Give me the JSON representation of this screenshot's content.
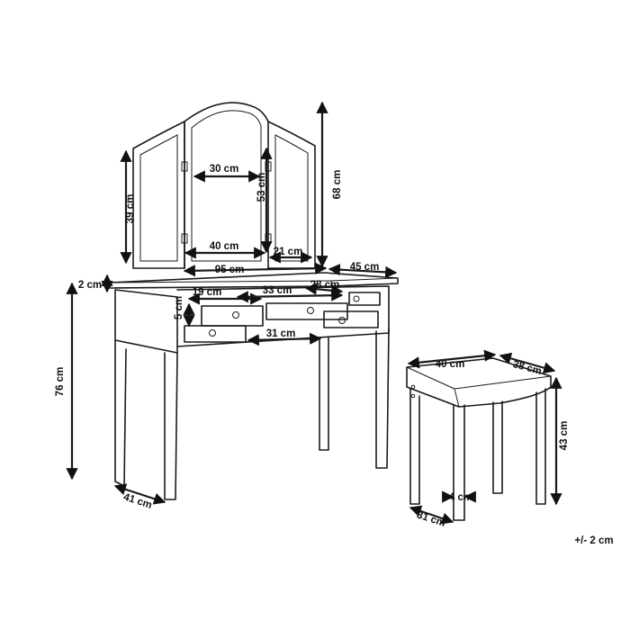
{
  "dimensions": {
    "mirror_side_width": "21 cm",
    "mirror_center_width": "30 cm",
    "mirror_bottom_width": "40 cm",
    "mirror_side_height": "39 cm",
    "mirror_center_height": "53 cm",
    "mirror_total_height": "68 cm",
    "table_width": "95 cm",
    "table_depth": "45 cm",
    "top_thickness": "2 cm",
    "small_drawer_width": "19 cm",
    "middle_drawer_width": "33 cm",
    "right_drawer_width": "28 cm",
    "drawer_height": "5 cm",
    "bottom_drawer_gap": "31 cm",
    "table_height": "76 cm",
    "leg_depth": "41 cm",
    "stool_width": "40 cm",
    "stool_depth": "38 cm",
    "stool_height": "43 cm",
    "stool_leg": "4 cm",
    "stool_leg_depth": "31 cm"
  },
  "tolerance": "+/- 2 cm"
}
